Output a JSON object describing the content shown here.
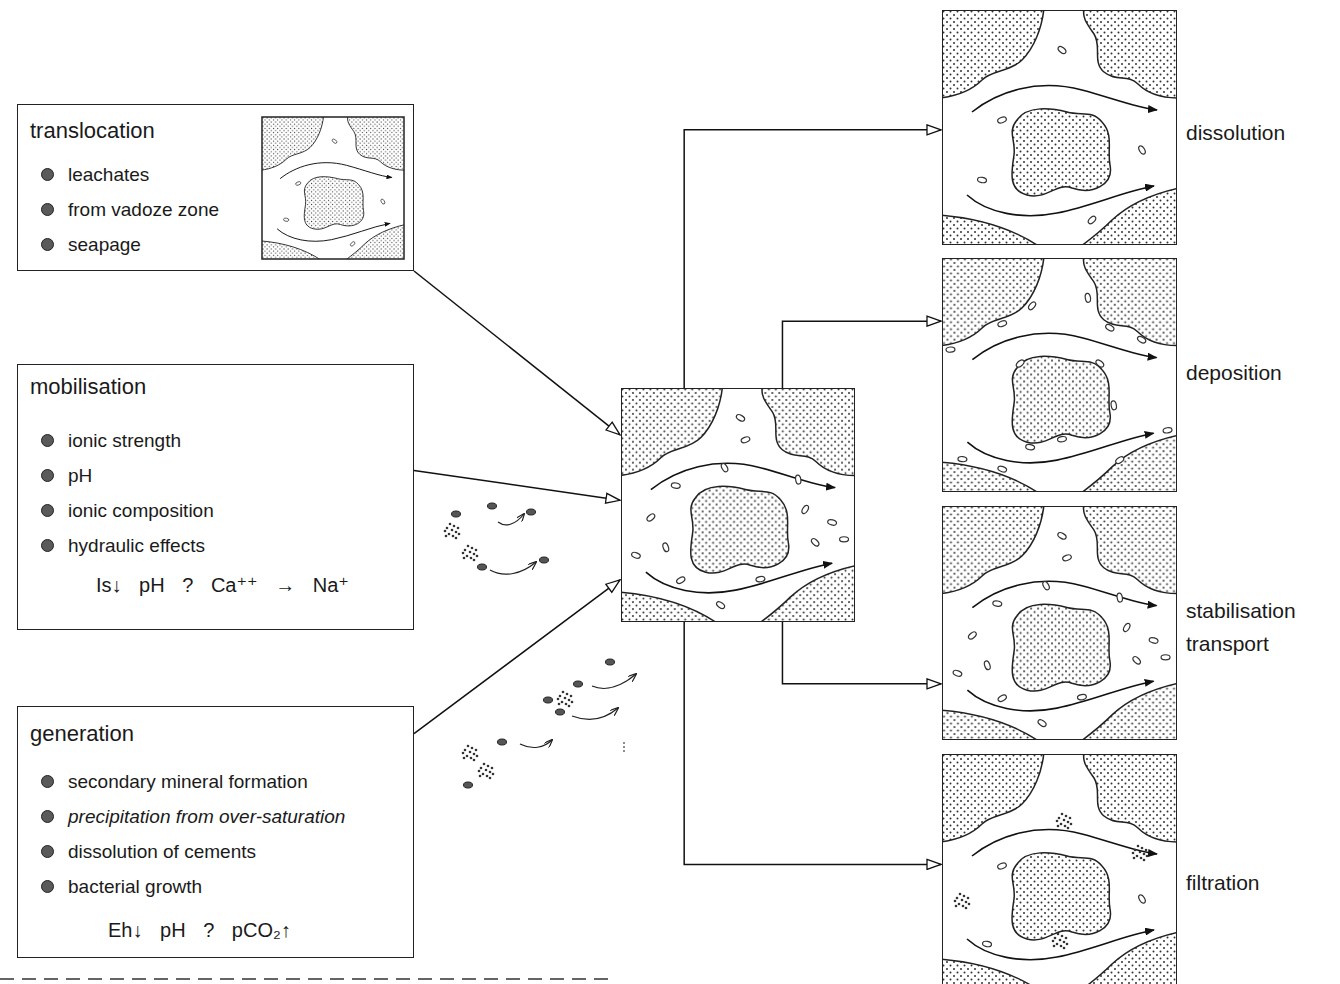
{
  "diagram": {
    "nodes": [
      {
        "text": [
          "translocation",
          "leachates",
          "from vadoze zone",
          "seapage"
        ]
      },
      {
        "text": [
          "mobilisation",
          "ionic strength",
          "pH",
          "ionic composition",
          "hydraulic effects",
          "Is↓ pH ? Ca⁺⁺ → Na⁺"
        ]
      },
      {
        "text": [
          "generation",
          "secondary mineral formation",
          "precipitation from over-saturation",
          "dissolution of cements",
          "bacterial growth",
          "Eh↓ pH ? pCO₂↑"
        ]
      },
      {
        "text": []
      },
      {
        "text": [
          "dissolution"
        ]
      },
      {
        "text": [
          "deposition"
        ]
      },
      {
        "text": [
          "stabilisation transport"
        ]
      },
      {
        "text": [
          "filtration"
        ]
      }
    ],
    "edges": [
      {
        "from": 0,
        "to": 3,
        "arrow": "to"
      },
      {
        "from": 1,
        "to": 3,
        "arrow": "to"
      },
      {
        "from": 2,
        "to": 3,
        "arrow": "to"
      },
      {
        "from": 3,
        "to": 4,
        "arrow": "to"
      },
      {
        "from": 3,
        "to": 5,
        "arrow": "to"
      },
      {
        "from": 3,
        "to": 6,
        "arrow": "to"
      },
      {
        "from": 3,
        "to": 7,
        "arrow": "to"
      }
    ]
  }
}
